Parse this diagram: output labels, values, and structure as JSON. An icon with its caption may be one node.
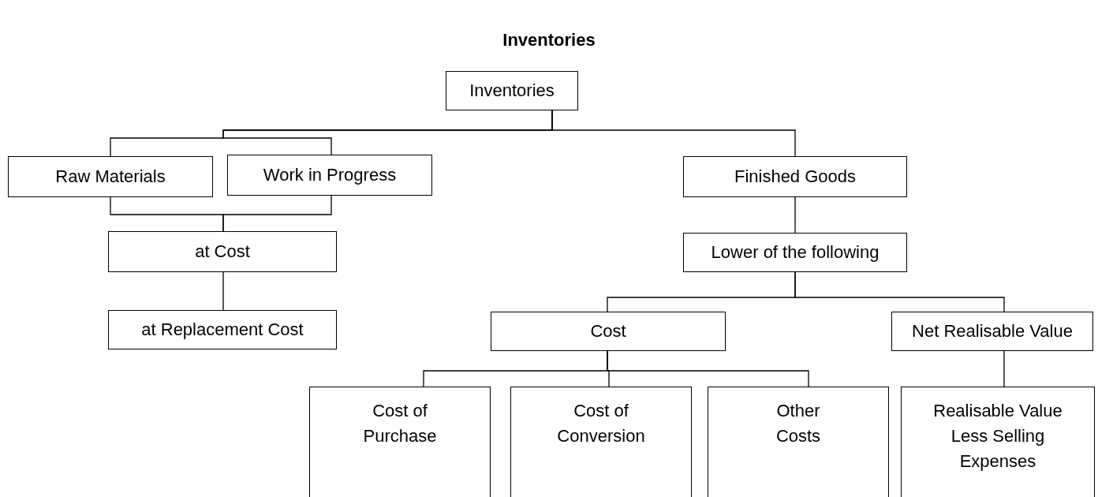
{
  "diagram": {
    "title": "Inventories",
    "nodes": [
      {
        "text": [
          "Inventories"
        ]
      },
      {
        "text": [
          "Raw Materials"
        ]
      },
      {
        "text": [
          "Work in Progress"
        ]
      },
      {
        "text": [
          "Finished Goods"
        ]
      },
      {
        "text": [
          "at Cost"
        ]
      },
      {
        "text": [
          "at Replacement Cost"
        ]
      },
      {
        "text": [
          "Lower of the following"
        ]
      },
      {
        "text": [
          "Cost"
        ]
      },
      {
        "text": [
          "Net Realisable Value"
        ]
      },
      {
        "text": [
          "Cost of Purchase"
        ]
      },
      {
        "text": [
          "Cost of Conversion"
        ]
      },
      {
        "text": [
          "Other Costs"
        ]
      },
      {
        "text": [
          "Realisable Value Less Selling Expenses"
        ]
      }
    ],
    "edges": [
      {
        "from": 0,
        "to": 1,
        "arrow": "none"
      },
      {
        "from": 0,
        "to": 2,
        "arrow": "none"
      },
      {
        "from": 0,
        "to": 3,
        "arrow": "none"
      },
      {
        "from": 1,
        "to": 4,
        "arrow": "none"
      },
      {
        "from": 2,
        "to": 4,
        "arrow": "none"
      },
      {
        "from": 4,
        "to": 5,
        "arrow": "none"
      },
      {
        "from": 3,
        "to": 6,
        "arrow": "none"
      },
      {
        "from": 6,
        "to": 7,
        "arrow": "none"
      },
      {
        "from": 6,
        "to": 8,
        "arrow": "none"
      },
      {
        "from": 7,
        "to": 9,
        "arrow": "none"
      },
      {
        "from": 7,
        "to": 10,
        "arrow": "none"
      },
      {
        "from": 7,
        "to": 11,
        "arrow": "none"
      },
      {
        "from": 8,
        "to": 12,
        "arrow": "none"
      }
    ]
  }
}
